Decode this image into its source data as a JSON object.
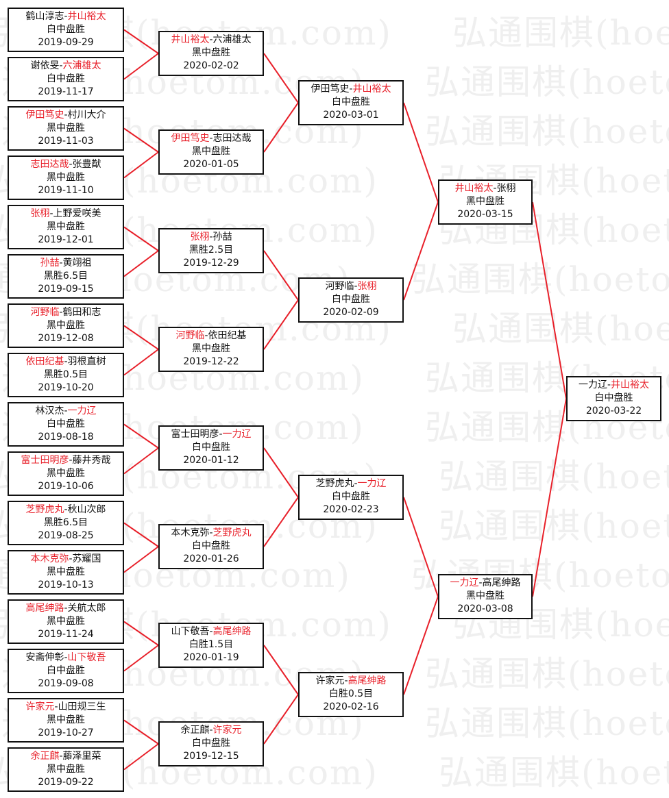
{
  "watermark": "弘通围棋(hoetom.com)",
  "colors": {
    "winner": "#e8202a",
    "line": "#e8202a"
  },
  "rounds": [
    [
      {
        "p1": "鹤山淳志",
        "p2": "井山裕太",
        "w": 1,
        "result": "白中盘胜",
        "date": "2019-09-29"
      },
      {
        "p1": "谢依旻",
        "p2": "六浦雄太",
        "w": 1,
        "result": "白中盘胜",
        "date": "2019-11-17"
      },
      {
        "p1": "伊田笃史",
        "p2": "村川大介",
        "w": 0,
        "result": "黑中盘胜",
        "date": "2019-11-03"
      },
      {
        "p1": "志田达哉",
        "p2": "张豊猷",
        "w": 0,
        "result": "黑中盘胜",
        "date": "2019-11-10"
      },
      {
        "p1": "张栩",
        "p2": "上野爱咲美",
        "w": 0,
        "result": "黑中盘胜",
        "date": "2019-12-01"
      },
      {
        "p1": "孙喆",
        "p2": "黄翊祖",
        "w": 0,
        "result": "黑胜6.5目",
        "date": "2019-09-15"
      },
      {
        "p1": "河野临",
        "p2": "鹤田和志",
        "w": 0,
        "result": "黑中盘胜",
        "date": "2019-12-08"
      },
      {
        "p1": "依田纪基",
        "p2": "羽根直树",
        "w": 0,
        "result": "黑胜0.5目",
        "date": "2019-10-20"
      },
      {
        "p1": "林汉杰",
        "p2": "一力辽",
        "w": 1,
        "result": "白中盘胜",
        "date": "2019-08-18"
      },
      {
        "p1": "富士田明彦",
        "p2": "藤井秀哉",
        "w": 0,
        "result": "黑中盘胜",
        "date": "2019-10-06"
      },
      {
        "p1": "芝野虎丸",
        "p2": "秋山次郎",
        "w": 0,
        "result": "黑胜6.5目",
        "date": "2019-08-25"
      },
      {
        "p1": "本木克弥",
        "p2": "苏耀国",
        "w": 0,
        "result": "黑中盘胜",
        "date": "2019-10-13"
      },
      {
        "p1": "高尾绅路",
        "p2": "关航太郎",
        "w": 0,
        "result": "黑中盘胜",
        "date": "2019-11-24"
      },
      {
        "p1": "安斋伸彰",
        "p2": "山下敬吾",
        "w": 1,
        "result": "白中盘胜",
        "date": "2019-09-08"
      },
      {
        "p1": "许家元",
        "p2": "山田规三生",
        "w": 0,
        "result": "黑中盘胜",
        "date": "2019-10-27"
      },
      {
        "p1": "余正麒",
        "p2": "藤泽里菜",
        "w": 0,
        "result": "黑中盘胜",
        "date": "2019-09-22"
      }
    ],
    [
      {
        "p1": "井山裕太",
        "p2": "六浦雄太",
        "w": 0,
        "result": "黑中盘胜",
        "date": "2020-02-02"
      },
      {
        "p1": "伊田笃史",
        "p2": "志田达哉",
        "w": 0,
        "result": "黑中盘胜",
        "date": "2020-01-05"
      },
      {
        "p1": "张栩",
        "p2": "孙喆",
        "w": 0,
        "result": "黑胜2.5目",
        "date": "2019-12-29"
      },
      {
        "p1": "河野临",
        "p2": "依田纪基",
        "w": 0,
        "result": "黑中盘胜",
        "date": "2019-12-22"
      },
      {
        "p1": "富士田明彦",
        "p2": "一力辽",
        "w": 1,
        "result": "白中盘胜",
        "date": "2020-01-12"
      },
      {
        "p1": "本木克弥",
        "p2": "芝野虎丸",
        "w": 1,
        "result": "白中盘胜",
        "date": "2020-01-26"
      },
      {
        "p1": "山下敬吾",
        "p2": "高尾绅路",
        "w": 1,
        "result": "白胜1.5目",
        "date": "2020-01-19"
      },
      {
        "p1": "余正麒",
        "p2": "许家元",
        "w": 1,
        "result": "白中盘胜",
        "date": "2019-12-15"
      }
    ],
    [
      {
        "p1": "伊田笃史",
        "p2": "井山裕太",
        "w": 1,
        "result": "白中盘胜",
        "date": "2020-03-01"
      },
      {
        "p1": "河野临",
        "p2": "张栩",
        "w": 1,
        "result": "白中盘胜",
        "date": "2020-02-09"
      },
      {
        "p1": "芝野虎丸",
        "p2": "一力辽",
        "w": 1,
        "result": "白中盘胜",
        "date": "2020-02-23"
      },
      {
        "p1": "许家元",
        "p2": "高尾绅路",
        "w": 1,
        "result": "白胜0.5目",
        "date": "2020-02-16"
      }
    ],
    [
      {
        "p1": "井山裕太",
        "p2": "张栩",
        "w": 0,
        "result": "黑中盘胜",
        "date": "2020-03-15"
      },
      {
        "p1": "一力辽",
        "p2": "高尾绅路",
        "w": 0,
        "result": "黑中盘胜",
        "date": "2020-03-08"
      }
    ],
    [
      {
        "p1": "一力辽",
        "p2": "井山裕太",
        "w": 1,
        "result": "白中盘胜",
        "date": "2020-03-22"
      }
    ]
  ]
}
